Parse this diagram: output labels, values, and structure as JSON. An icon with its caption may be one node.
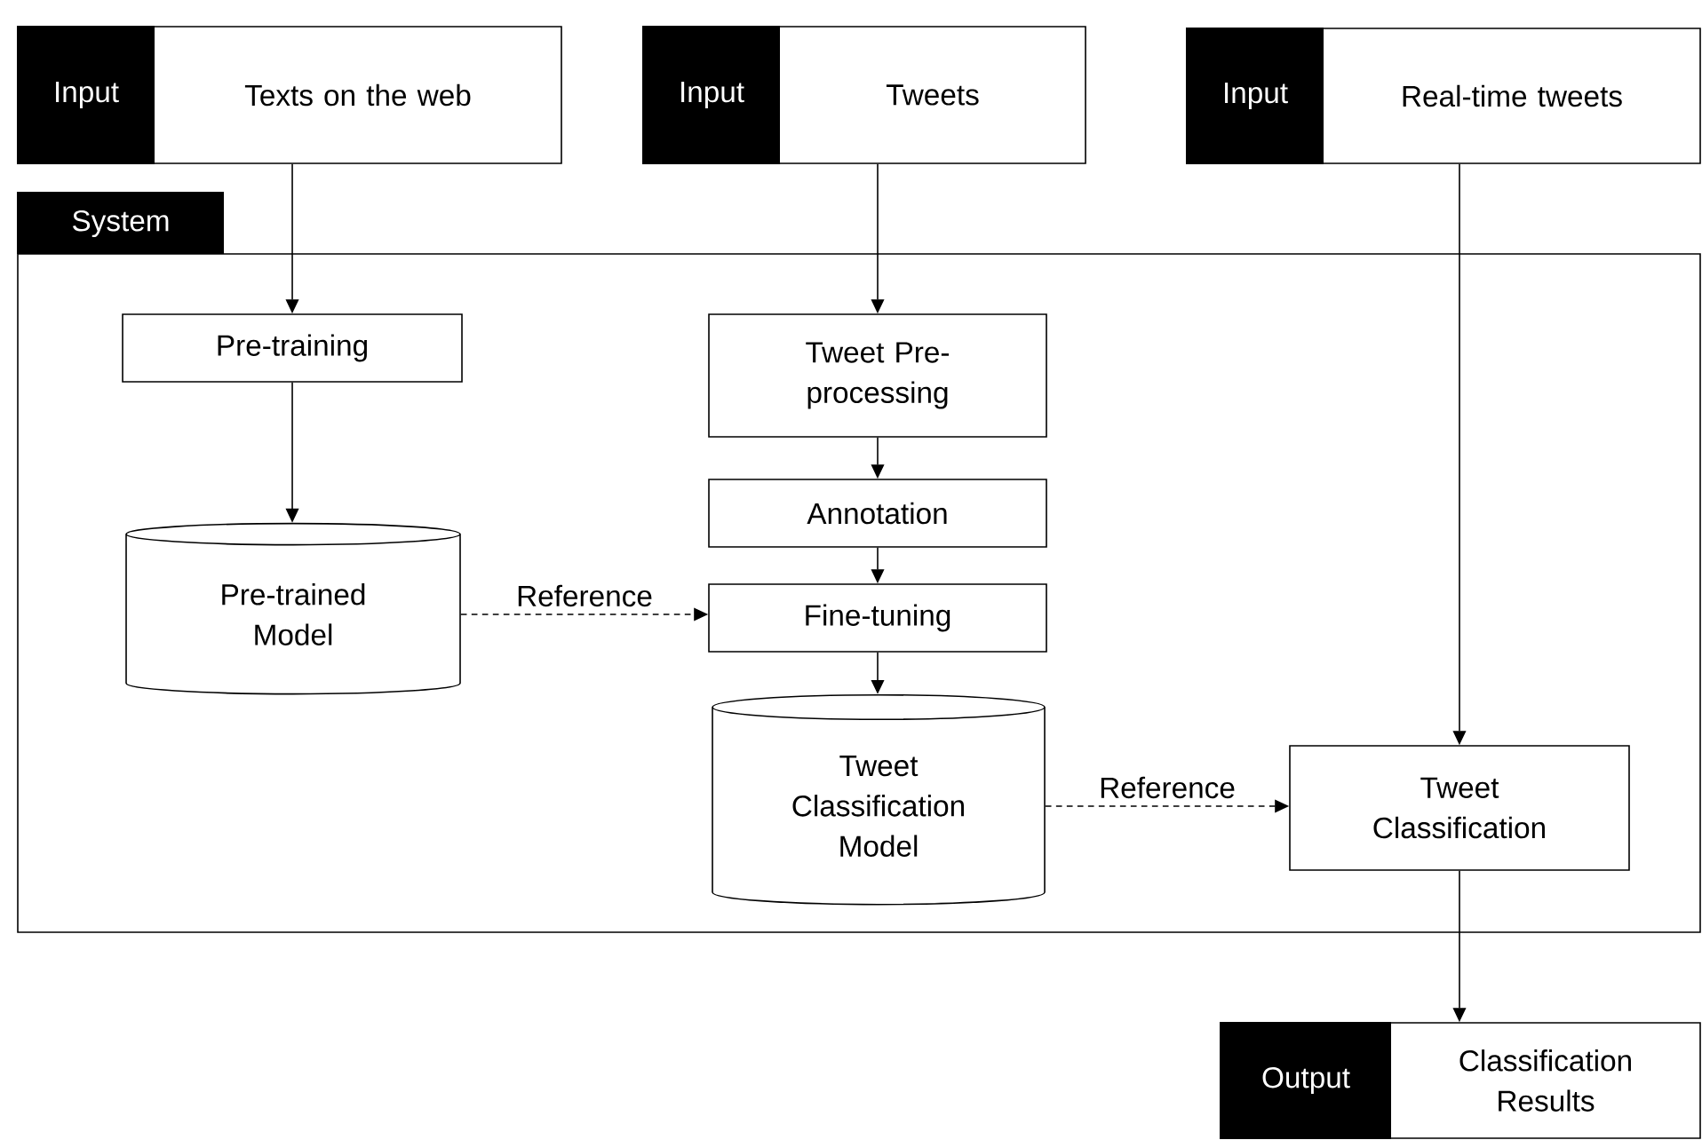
{
  "diagram": {
    "nodes": [
      {
        "text": [
          "Input",
          "Texts on the web"
        ]
      },
      {
        "text": [
          "Input",
          "Tweets"
        ]
      },
      {
        "text": [
          "Input",
          "Real-time tweets"
        ]
      },
      {
        "text": [
          "System"
        ]
      },
      {
        "text": [
          "Pre-training"
        ],
        "in": 3
      },
      {
        "text": [
          "Pre-trained Model"
        ],
        "in": 3
      },
      {
        "text": [
          "Tweet Pre-processing"
        ],
        "in": 3
      },
      {
        "text": [
          "Annotation"
        ],
        "in": 3
      },
      {
        "text": [
          "Fine-tuning"
        ],
        "in": 3
      },
      {
        "text": [
          "Tweet Classification Model"
        ],
        "in": 3
      },
      {
        "text": [
          "Tweet Classification"
        ],
        "in": 3
      },
      {
        "text": [
          "Output",
          "Classification Results"
        ]
      }
    ],
    "edges": [
      {
        "from": 0,
        "to": 4,
        "arrow": "to"
      },
      {
        "from": 4,
        "to": 5,
        "arrow": "to"
      },
      {
        "from": 1,
        "to": 6,
        "arrow": "to"
      },
      {
        "from": 6,
        "to": 7,
        "arrow": "to"
      },
      {
        "from": 7,
        "to": 8,
        "arrow": "to"
      },
      {
        "from": 5,
        "to": 8,
        "arrow": "to",
        "label": "Reference",
        "style": "dashed"
      },
      {
        "from": 8,
        "to": 9,
        "arrow": "to"
      },
      {
        "from": 2,
        "to": 10,
        "arrow": "to"
      },
      {
        "from": 9,
        "to": 10,
        "arrow": "to",
        "label": "Reference",
        "style": "dashed"
      },
      {
        "from": 10,
        "to": 11,
        "arrow": "to"
      }
    ]
  }
}
